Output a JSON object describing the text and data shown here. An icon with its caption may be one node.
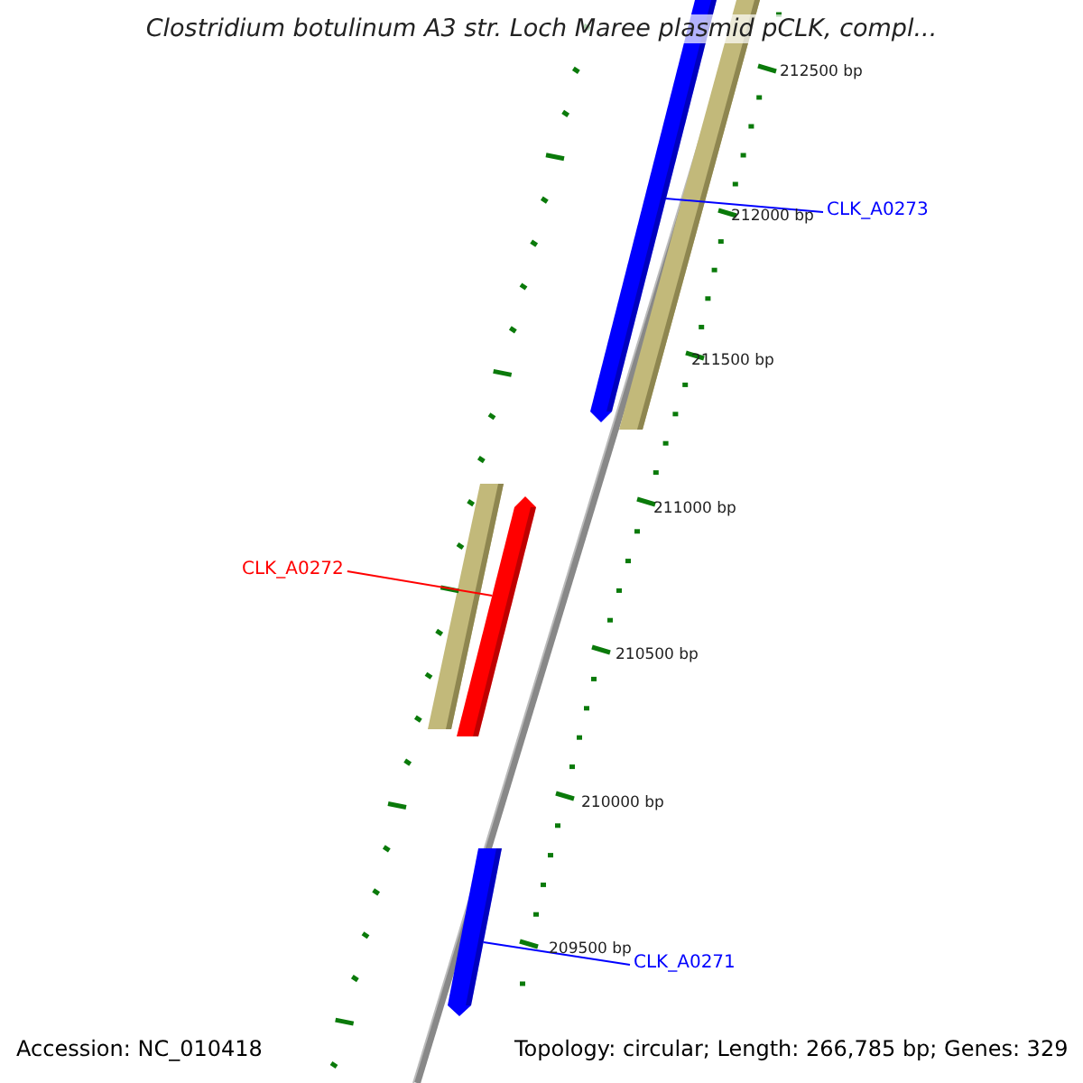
{
  "diagram": {
    "title": "Clostridium botulinum A3 str. Loch Maree plasmid pCLK, compl...",
    "nodes": [
      {
        "text": [
          "CLK_A0273"
        ]
      },
      {
        "text": [],
        "shape": "bar"
      },
      {
        "text": [
          "CLK_A0272"
        ]
      },
      {
        "text": [],
        "shape": "bar"
      },
      {
        "text": [
          "CLK_A0271"
        ]
      },
      {
        "text": [],
        "shape": "bar"
      }
    ],
    "edges": [
      {
        "from": 0,
        "to": 1,
        "arrow": "none",
        "color": "#0000ff"
      },
      {
        "from": 2,
        "to": 3,
        "arrow": "none",
        "color": "#ff0000"
      },
      {
        "from": 4,
        "to": 5,
        "arrow": "none",
        "color": "#0000ff"
      }
    ],
    "labels": [
      "212500 bp",
      "212000 bp",
      "211500 bp",
      "211000 bp",
      "210500 bp",
      "210000 bp",
      "209500 bp",
      "Accession: NC_010418",
      "Topology: circular; Length: 266,785 bp; Genes: 329"
    ]
  }
}
